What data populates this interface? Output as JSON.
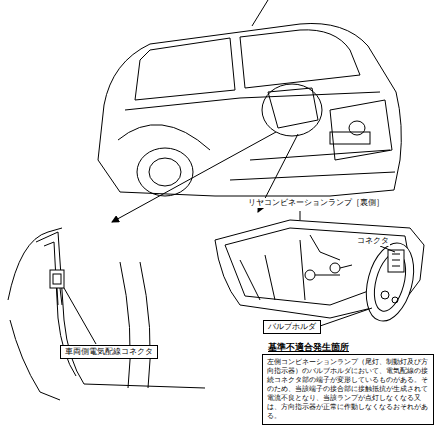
{
  "diagram": {
    "nodes": [
      {
        "text": [
          "車両側電気配線コネクタ"
        ]
      },
      {
        "text": [
          "バルブホルダ"
        ]
      },
      {
        "text": [
          "基準不適合発生箇所",
          "左側コンビネーションランプ（尾灯、制動灯及び方向指示器）のバルブホルダにおいて、電気配線の接続コネクタ部の端子が変形しているものがある。そのため、当該端子の接合部に接触抵抗が生成されて電流不良となり、当該ランプが点灯しなくなる又は、方向指示器が正常に作動しなくなるおそれがある。"
        ]
      }
    ],
    "labels": [
      "リヤコンビネーションランプ［裏側］",
      "コネクタ"
    ]
  }
}
